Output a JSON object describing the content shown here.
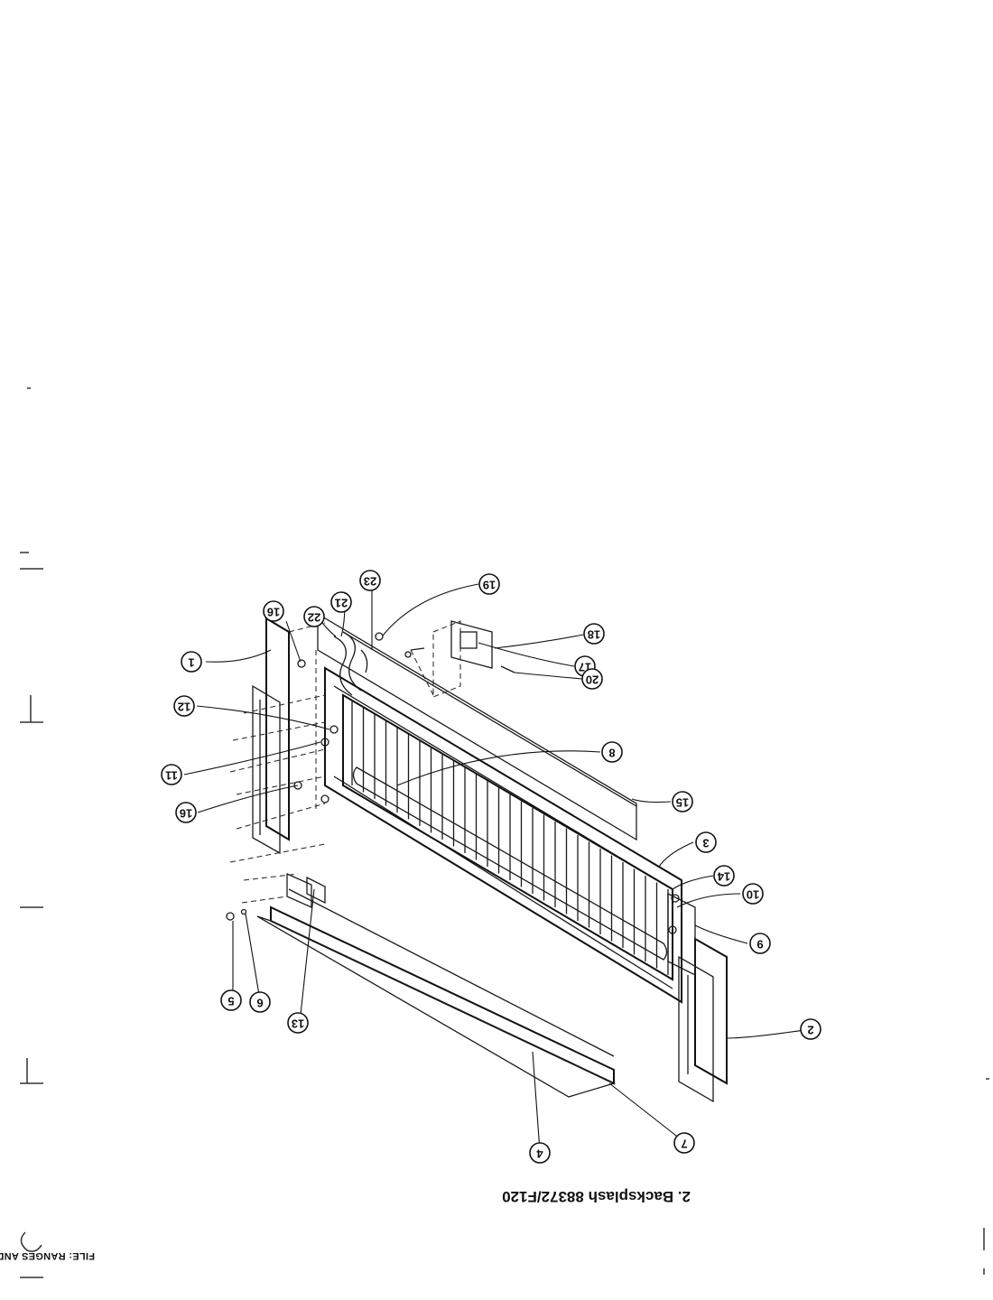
{
  "document": {
    "caption": "2. Backsplash 88372/F120",
    "file_label": "FILE: RANGES AND GRILLS"
  },
  "callouts": [
    {
      "id": "1",
      "label": "1"
    },
    {
      "id": "2",
      "label": "2"
    },
    {
      "id": "3",
      "label": "3"
    },
    {
      "id": "4",
      "label": "4"
    },
    {
      "id": "5",
      "label": "5"
    },
    {
      "id": "6",
      "label": "6"
    },
    {
      "id": "7",
      "label": "7"
    },
    {
      "id": "8",
      "label": "8"
    },
    {
      "id": "9",
      "label": "9"
    },
    {
      "id": "10",
      "label": "10"
    },
    {
      "id": "11",
      "label": "11"
    },
    {
      "id": "12",
      "label": "12"
    },
    {
      "id": "13",
      "label": "13"
    },
    {
      "id": "14",
      "label": "14"
    },
    {
      "id": "15",
      "label": "15"
    },
    {
      "id": "16a",
      "label": "16"
    },
    {
      "id": "16b",
      "label": "16"
    },
    {
      "id": "17",
      "label": "17"
    },
    {
      "id": "18",
      "label": "18"
    },
    {
      "id": "19",
      "label": "19"
    },
    {
      "id": "20",
      "label": "20"
    },
    {
      "id": "21",
      "label": "21"
    },
    {
      "id": "22",
      "label": "22"
    },
    {
      "id": "23",
      "label": "23"
    }
  ]
}
